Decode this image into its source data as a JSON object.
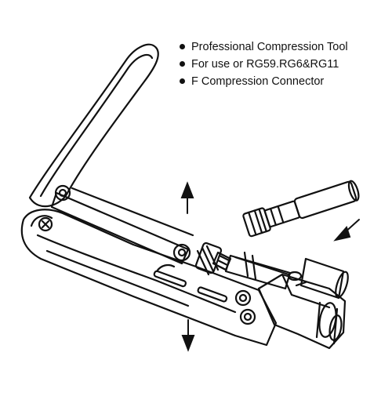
{
  "features": [
    {
      "text": "Professional Compression Tool"
    },
    {
      "text": "For use or RG59.RG6&RG11"
    },
    {
      "text": "F Compression Connector"
    }
  ],
  "colors": {
    "background": "#ffffff",
    "ink": "#111111"
  },
  "icons": {
    "up_arrow": "arrow-up-icon",
    "down_arrow": "arrow-down-icon",
    "diagonal_arrow": "arrow-down-left-icon"
  }
}
